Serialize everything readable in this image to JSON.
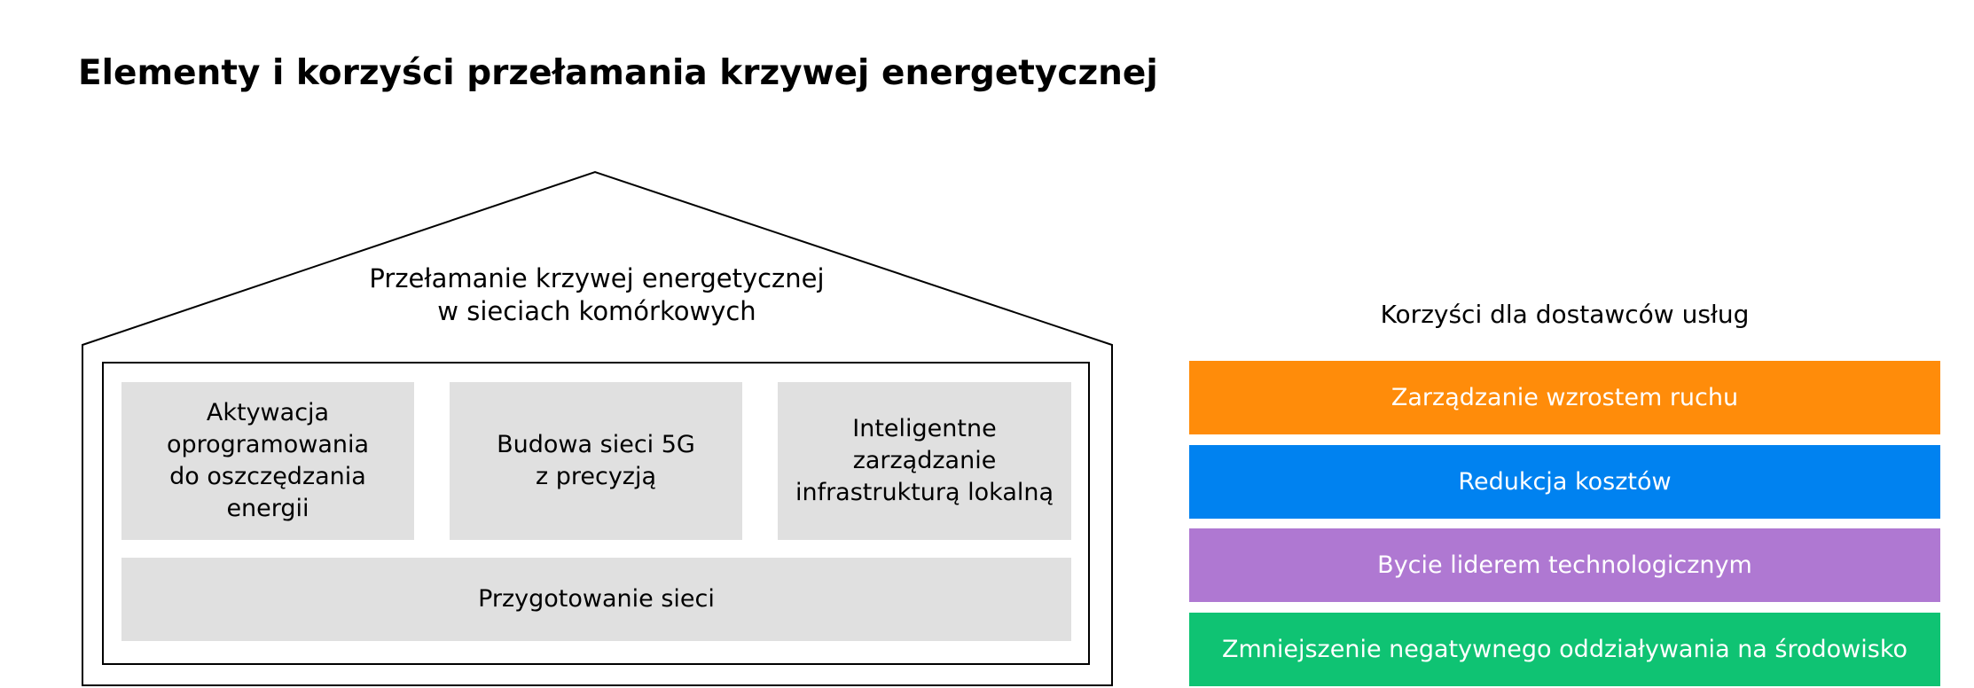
{
  "title": "Elementy i korzyści przełamania krzywej energetycznej",
  "house": {
    "roof_label": [
      "Przełamanie krzywej energetycznej",
      "w sieciach komórkowych"
    ],
    "pillars": [
      {
        "lines": [
          "Aktywacja",
          "oprogramowania",
          "do oszczędzania energii"
        ]
      },
      {
        "lines": [
          "Budowa sieci 5G",
          "z precyzją"
        ]
      },
      {
        "lines": [
          "Inteligentne zarządzanie",
          "infrastrukturą lokalną"
        ]
      }
    ],
    "foundation": "Przygotowanie sieci",
    "colors": {
      "outline": "#000000",
      "tile": "#e0e0e0"
    }
  },
  "benefits": {
    "title": "Korzyści dla dostawców usług",
    "items": [
      {
        "label": "Zarządzanie wzrostem ruchu",
        "color": "#ff8c0a"
      },
      {
        "label": "Redukcja kosztów",
        "color": "#0082f0"
      },
      {
        "label": "Bycie liderem technologicznym",
        "color": "#af78d2"
      },
      {
        "label": "Zmniejszenie negatywnego oddziaływania na środowisko",
        "color": "#0fc373"
      }
    ]
  }
}
